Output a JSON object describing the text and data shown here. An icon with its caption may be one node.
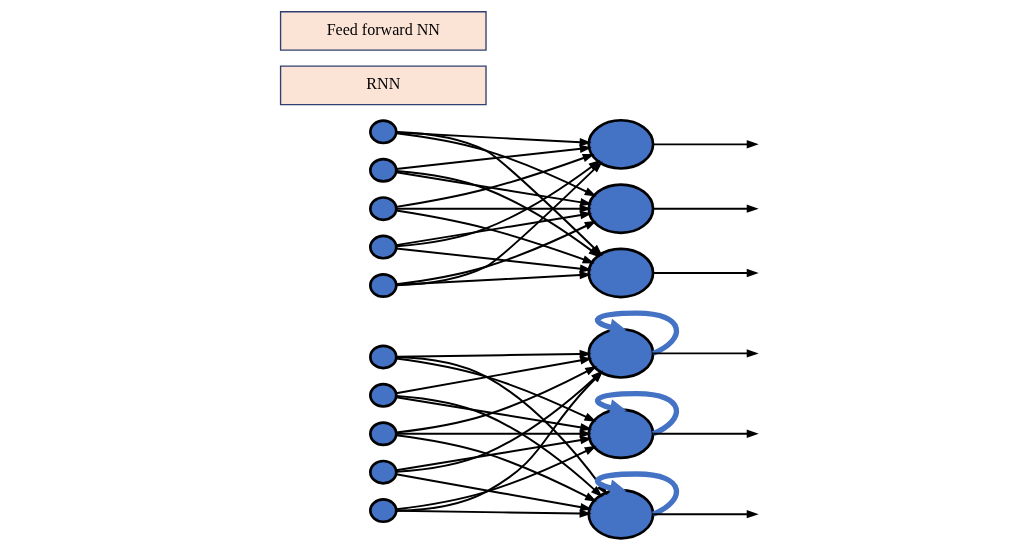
{
  "diagram": {
    "nodes": [
      {
        "text": [],
        "shape": "circle"
      },
      {
        "text": [],
        "shape": "circle"
      },
      {
        "text": [],
        "shape": "circle"
      },
      {
        "text": [],
        "shape": "circle"
      },
      {
        "text": [],
        "shape": "circle"
      },
      {
        "text": [],
        "shape": "circle"
      },
      {
        "text": [],
        "shape": "circle"
      },
      {
        "text": [],
        "shape": "circle"
      },
      {
        "text": [],
        "shape": "circle"
      },
      {
        "text": [],
        "shape": "circle"
      },
      {
        "text": [],
        "shape": "circle"
      },
      {
        "text": [],
        "shape": "circle"
      },
      {
        "text": [],
        "shape": "circle"
      },
      {
        "text": [],
        "shape": "circle"
      },
      {
        "text": [],
        "shape": "circle"
      },
      {
        "text": [],
        "shape": "circle"
      },
      {
        "text": [
          "RNN"
        ]
      },
      {
        "text": [
          "Feed forward NN"
        ]
      }
    ],
    "edges": [
      {
        "from": 0,
        "to": 5,
        "arrow": "to"
      },
      {
        "from": 0,
        "to": 6,
        "arrow": "to"
      },
      {
        "from": 0,
        "to": 7,
        "arrow": "to"
      },
      {
        "from": 1,
        "to": 5,
        "arrow": "to"
      },
      {
        "from": 1,
        "to": 6,
        "arrow": "to"
      },
      {
        "from": 1,
        "to": 7,
        "arrow": "to"
      },
      {
        "from": 2,
        "to": 5,
        "arrow": "to"
      },
      {
        "from": 2,
        "to": 6,
        "arrow": "to"
      },
      {
        "from": 2,
        "to": 7,
        "arrow": "to"
      },
      {
        "from": 3,
        "to": 5,
        "arrow": "to"
      },
      {
        "from": 3,
        "to": 6,
        "arrow": "to"
      },
      {
        "from": 3,
        "to": 7,
        "arrow": "to"
      },
      {
        "from": 4,
        "to": 5,
        "arrow": "to"
      },
      {
        "from": 4,
        "to": 6,
        "arrow": "to"
      },
      {
        "from": 4,
        "to": 7,
        "arrow": "to"
      },
      {
        "from": 5,
        "to": 5,
        "arrow": "to",
        "style": "thick",
        "color": "#4472c4"
      },
      {
        "from": 6,
        "to": 6,
        "arrow": "to",
        "style": "thick",
        "color": "#4472c4"
      },
      {
        "from": 7,
        "to": 7,
        "arrow": "to",
        "style": "thick",
        "color": "#4472c4"
      },
      {
        "from": 5,
        "to": null,
        "arrow": "to"
      },
      {
        "from": 6,
        "to": null,
        "arrow": "to"
      },
      {
        "from": 7,
        "to": null,
        "arrow": "to"
      },
      {
        "from": 8,
        "to": 13,
        "arrow": "to"
      },
      {
        "from": 8,
        "to": 14,
        "arrow": "to"
      },
      {
        "from": 8,
        "to": 15,
        "arrow": "to"
      },
      {
        "from": 9,
        "to": 13,
        "arrow": "to"
      },
      {
        "from": 9,
        "to": 14,
        "arrow": "to"
      },
      {
        "from": 9,
        "to": 15,
        "arrow": "to"
      },
      {
        "from": 10,
        "to": 13,
        "arrow": "to"
      },
      {
        "from": 10,
        "to": 14,
        "arrow": "to"
      },
      {
        "from": 10,
        "to": 15,
        "arrow": "to"
      },
      {
        "from": 11,
        "to": 13,
        "arrow": "to"
      },
      {
        "from": 11,
        "to": 14,
        "arrow": "to"
      },
      {
        "from": 11,
        "to": 15,
        "arrow": "to"
      },
      {
        "from": 12,
        "to": 13,
        "arrow": "to"
      },
      {
        "from": 12,
        "to": 14,
        "arrow": "to"
      },
      {
        "from": 12,
        "to": 15,
        "arrow": "to"
      },
      {
        "from": 13,
        "to": null,
        "arrow": "to"
      },
      {
        "from": 14,
        "to": null,
        "arrow": "to"
      },
      {
        "from": 15,
        "to": null,
        "arrow": "to"
      }
    ]
  }
}
